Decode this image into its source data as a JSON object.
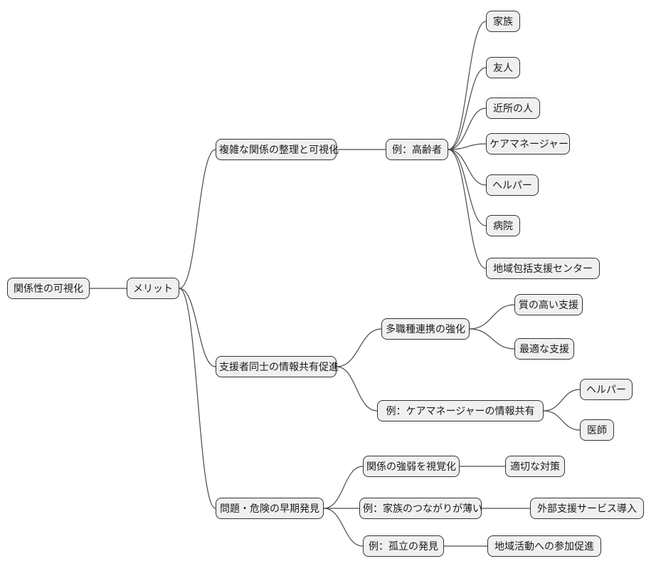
{
  "diagram": {
    "type": "mindmap",
    "orientation": "left-to-right",
    "root_label": "関係性の可視化",
    "nodes": [
      {
        "id": "root",
        "label": "関係性の可視化"
      },
      {
        "id": "merit",
        "label": "メリット"
      },
      {
        "id": "complex-relations",
        "label": "複雑な関係の整理と可視化"
      },
      {
        "id": "example-elderly",
        "label": "例：高齢者"
      },
      {
        "id": "family",
        "label": "家族"
      },
      {
        "id": "friend",
        "label": "友人"
      },
      {
        "id": "neighbors",
        "label": "近所の人"
      },
      {
        "id": "care-manager",
        "label": "ケアマネージャー"
      },
      {
        "id": "helper",
        "label": "ヘルパー"
      },
      {
        "id": "hospital",
        "label": "病院"
      },
      {
        "id": "community-support-center",
        "label": "地域包括支援センター"
      },
      {
        "id": "info-sharing",
        "label": "支援者同士の情報共有促進"
      },
      {
        "id": "multidisciplinary",
        "label": "多職種連携の強化"
      },
      {
        "id": "quality-support",
        "label": "質の高い支援"
      },
      {
        "id": "optimal-support",
        "label": "最適な支援"
      },
      {
        "id": "example-cm-sharing",
        "label": "例：ケアマネージャーの情報共有"
      },
      {
        "id": "helper-2",
        "label": "ヘルパー"
      },
      {
        "id": "doctor",
        "label": "医師"
      },
      {
        "id": "early-detection",
        "label": "問題・危険の早期発見"
      },
      {
        "id": "tie-strength",
        "label": "関係の強弱を視覚化"
      },
      {
        "id": "appropriate-measures",
        "label": "適切な対策"
      },
      {
        "id": "weak-family-ties",
        "label": "例：家族のつながりが薄い"
      },
      {
        "id": "external-support",
        "label": "外部支援サービス導入"
      },
      {
        "id": "isolation-detection",
        "label": "例：孤立の発見"
      },
      {
        "id": "community-participation",
        "label": "地域活動への参加促進"
      }
    ],
    "edges": [
      [
        "root",
        "merit"
      ],
      [
        "merit",
        "complex-relations"
      ],
      [
        "merit",
        "info-sharing"
      ],
      [
        "merit",
        "early-detection"
      ],
      [
        "complex-relations",
        "example-elderly"
      ],
      [
        "example-elderly",
        "family"
      ],
      [
        "example-elderly",
        "friend"
      ],
      [
        "example-elderly",
        "neighbors"
      ],
      [
        "example-elderly",
        "care-manager"
      ],
      [
        "example-elderly",
        "helper"
      ],
      [
        "example-elderly",
        "hospital"
      ],
      [
        "example-elderly",
        "community-support-center"
      ],
      [
        "info-sharing",
        "multidisciplinary"
      ],
      [
        "multidisciplinary",
        "quality-support"
      ],
      [
        "multidisciplinary",
        "optimal-support"
      ],
      [
        "info-sharing",
        "example-cm-sharing"
      ],
      [
        "example-cm-sharing",
        "helper-2"
      ],
      [
        "example-cm-sharing",
        "doctor"
      ],
      [
        "early-detection",
        "tie-strength"
      ],
      [
        "tie-strength",
        "appropriate-measures"
      ],
      [
        "early-detection",
        "weak-family-ties"
      ],
      [
        "weak-family-ties",
        "external-support"
      ],
      [
        "early-detection",
        "isolation-detection"
      ],
      [
        "isolation-detection",
        "community-participation"
      ]
    ],
    "colors": {
      "node_fill": "#f0f0f0",
      "node_border": "#333333",
      "edge": "#4a4a4a",
      "background": "#ffffff"
    }
  }
}
